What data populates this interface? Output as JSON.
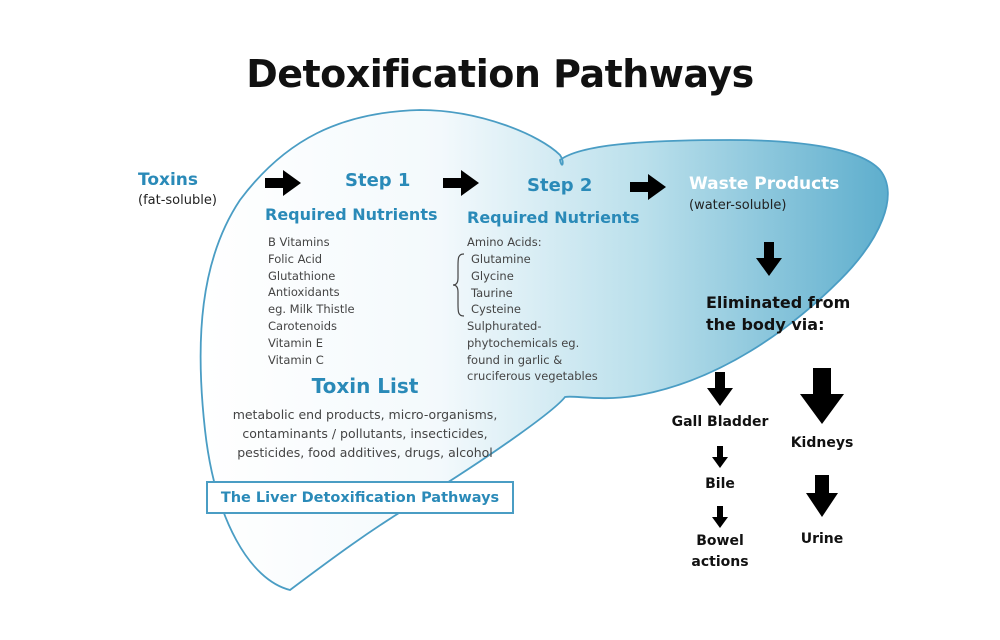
{
  "title": "Detoxification Pathways",
  "colors": {
    "heading_blue": "#2a8ab8",
    "liver_outline": "#4a9dc4",
    "liver_fill_light": "#ffffff",
    "liver_fill_dark": "#6cb7d3",
    "waste_text": "#ffffff"
  },
  "toxins": {
    "label": "Toxins",
    "note": "(fat-soluble)"
  },
  "step1": {
    "label": "Step 1",
    "nutrients_heading": "Required Nutrients",
    "nutrients": [
      "B Vitamins",
      "Folic Acid",
      "Glutathione",
      "Antioxidants",
      "eg. Milk Thistle",
      "Carotenoids",
      "Vitamin E",
      "Vitamin C"
    ]
  },
  "step2": {
    "label": "Step 2",
    "nutrients_heading": "Required Nutrients",
    "amino_heading": "Amino Acids:",
    "amino_acids": [
      "Glutamine",
      "Glycine",
      "Taurine",
      "Cysteine"
    ],
    "extra": [
      "Sulphurated-",
      "phytochemicals eg.",
      "found in garlic &",
      "cruciferous vegetables"
    ]
  },
  "waste": {
    "label": "Waste Products",
    "note": "(water-soluble)"
  },
  "eliminated": {
    "line1": "Eliminated from",
    "line2": "the body via:"
  },
  "gall_path": {
    "gall": "Gall Bladder",
    "bile": "Bile",
    "bowel1": "Bowel",
    "bowel2": "actions"
  },
  "kidney_path": {
    "kidneys": "Kidneys",
    "urine": "Urine"
  },
  "toxin_list": {
    "heading": "Toxin List",
    "lines": [
      "metabolic end products, micro-organisms,",
      "contaminants / pollutants, insecticides,",
      "pesticides, food additives, drugs, alcohol"
    ]
  },
  "caption": "The Liver Detoxification Pathways",
  "icons": {
    "arrow_right": "right-arrow-icon",
    "arrow_down": "down-arrow-icon",
    "brace": "curly-brace-icon"
  }
}
